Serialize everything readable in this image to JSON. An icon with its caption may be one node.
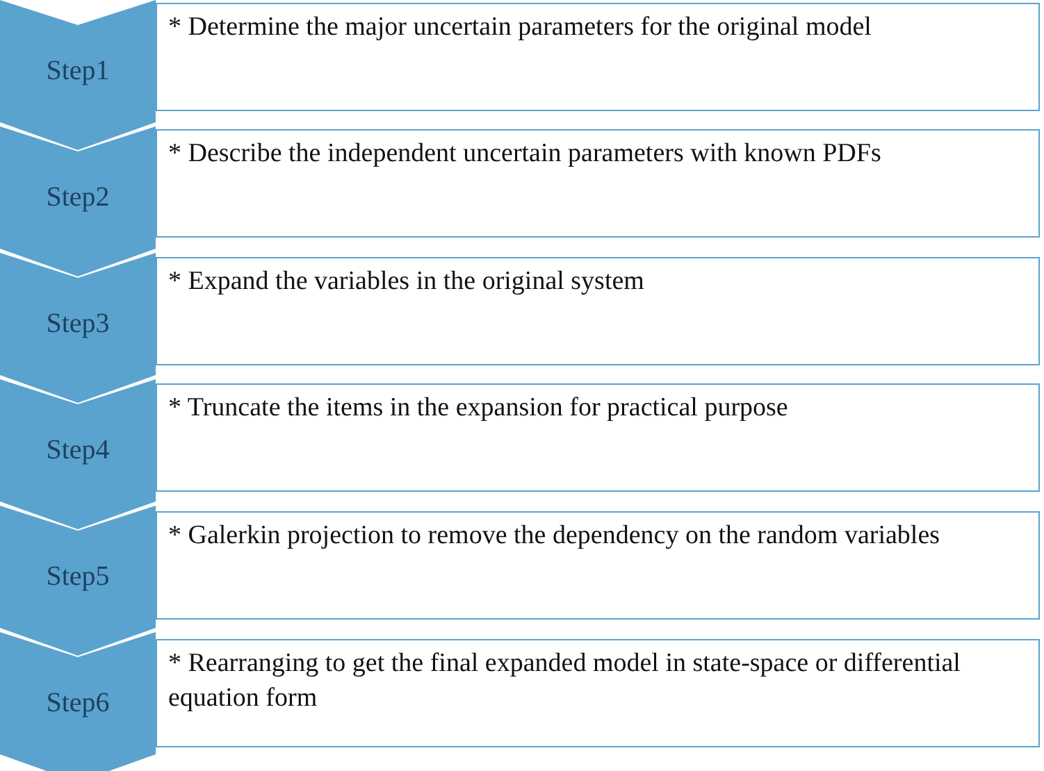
{
  "diagram": {
    "nodes": [
      {
        "text": [
          "Step1"
        ]
      },
      {
        "text": [
          "* Determine the major uncertain parameters  for the original model"
        ]
      },
      {
        "text": [
          "Step2"
        ]
      },
      {
        "text": [
          "* Describe the independent uncertain parameters with known PDFs"
        ]
      },
      {
        "text": [
          "Step3"
        ]
      },
      {
        "text": [
          "* Expand the variables in the original system"
        ]
      },
      {
        "text": [
          "Step4"
        ]
      },
      {
        "text": [
          "* Truncate the items in the expansion for practical purpose"
        ]
      },
      {
        "text": [
          "Step5"
        ]
      },
      {
        "text": [
          "* Galerkin projection to remove the dependency on the random variables"
        ]
      },
      {
        "text": [
          "Step6"
        ]
      },
      {
        "text": [
          "* Rearranging to get the final expanded model in state-space or differential equation form"
        ]
      }
    ]
  }
}
